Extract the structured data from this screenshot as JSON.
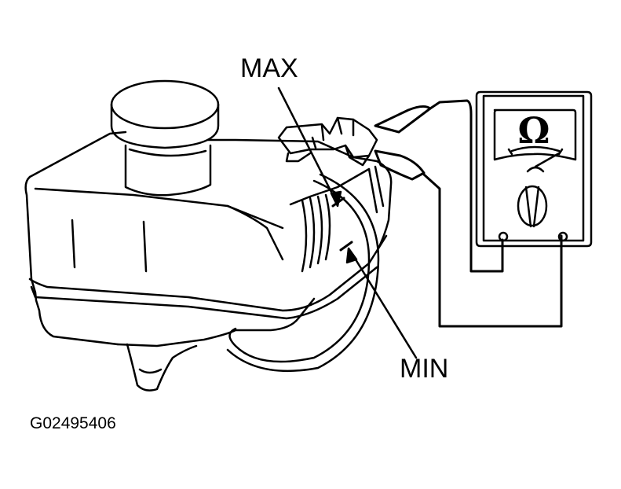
{
  "labels": {
    "max": "MAX",
    "min": "MIN",
    "figure_code": "G02495406"
  },
  "meter": {
    "symbol": "Ω"
  },
  "colors": {
    "line": "#000000",
    "background": "#ffffff"
  }
}
